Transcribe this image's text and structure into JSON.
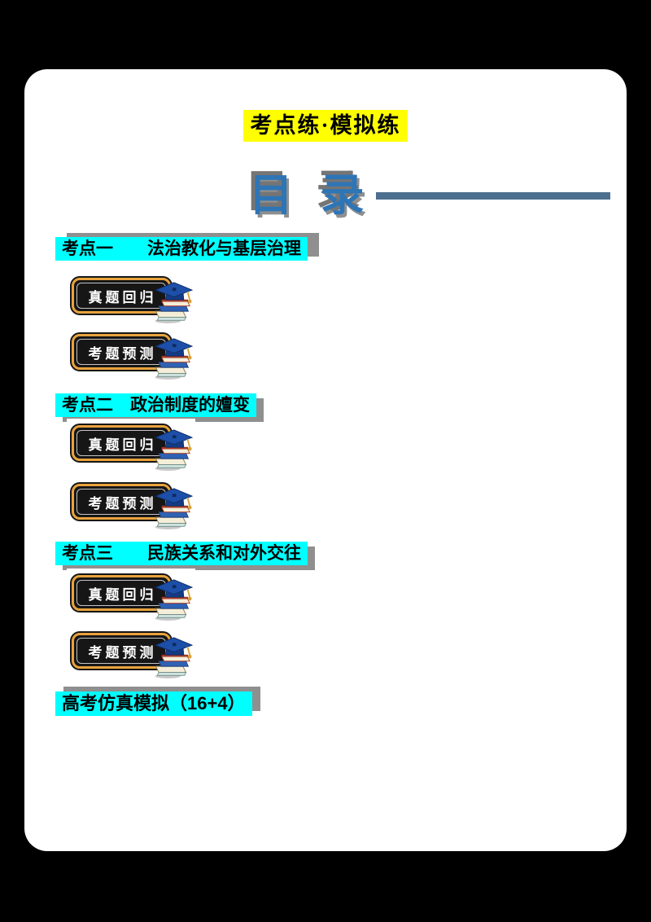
{
  "title": {
    "text": "考点练·模拟练"
  },
  "toc": {
    "heading": "目 录"
  },
  "sections": [
    {
      "label": "考点一　　法治教化与基层治理",
      "badges": [
        {
          "label": "真题回归"
        },
        {
          "label": "考题预测"
        }
      ]
    },
    {
      "label": "考点二　政治制度的嬗变",
      "badges": [
        {
          "label": "真题回归"
        },
        {
          "label": "考题预测"
        }
      ]
    },
    {
      "label": "考点三　　民族关系和对外交往",
      "badges": [
        {
          "label": "真题回归"
        },
        {
          "label": "考题预测"
        }
      ]
    }
  ],
  "footer": {
    "label": "高考仿真模拟（16+4）"
  },
  "icons": {
    "badge_icon": "books-with-graduation-cap"
  },
  "colors": {
    "highlight_yellow": "#FFFF00",
    "highlight_cyan": "#00FFFF",
    "toc_blue": "#2E75B6",
    "toc_line_blue": "#4C6F8F",
    "badge_gold_border": "#E8A33C",
    "badge_plate_black": "#161616",
    "shadow_gray": "#8f8f8f",
    "frame_black": "#000000"
  }
}
